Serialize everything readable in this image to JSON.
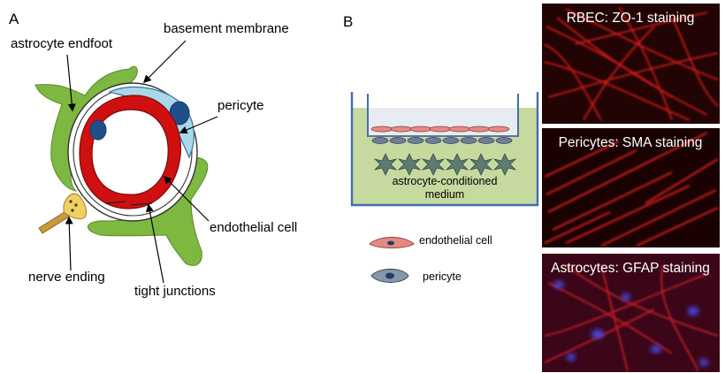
{
  "panel_a": {
    "letter": "A",
    "labels": {
      "astrocyte_endfoot": "astrocyte endfoot",
      "basement_membrane": "basement membrane",
      "pericyte": "pericyte",
      "endothelial_cell": "endothelial cell",
      "nerve_ending": "nerve ending",
      "tight_junctions": "tight junctions"
    }
  },
  "panel_b": {
    "letter": "B",
    "insert_medium_line1": "astrocyte-conditioned",
    "insert_medium_line2": "medium",
    "legend": {
      "endothelial_cell": "endothelial cell",
      "pericyte": "pericyte"
    }
  },
  "micrographs": [
    {
      "caption": "RBEC: ZO-1 staining"
    },
    {
      "caption": "Pericytes: SMA staining"
    },
    {
      "caption": "Astrocytes: GFAP staining"
    }
  ],
  "colors": {
    "astrocyte_green": "#7db840",
    "endothelial_red": "#d01010",
    "pericyte_blue": "#a9d8ea",
    "nerve_yellow": "#f0d060",
    "medium_green": "#c6daa0",
    "well_blue": "#3f6fae",
    "stain_red": "#e31a1a",
    "nucleus_blue": "#5050ff"
  }
}
